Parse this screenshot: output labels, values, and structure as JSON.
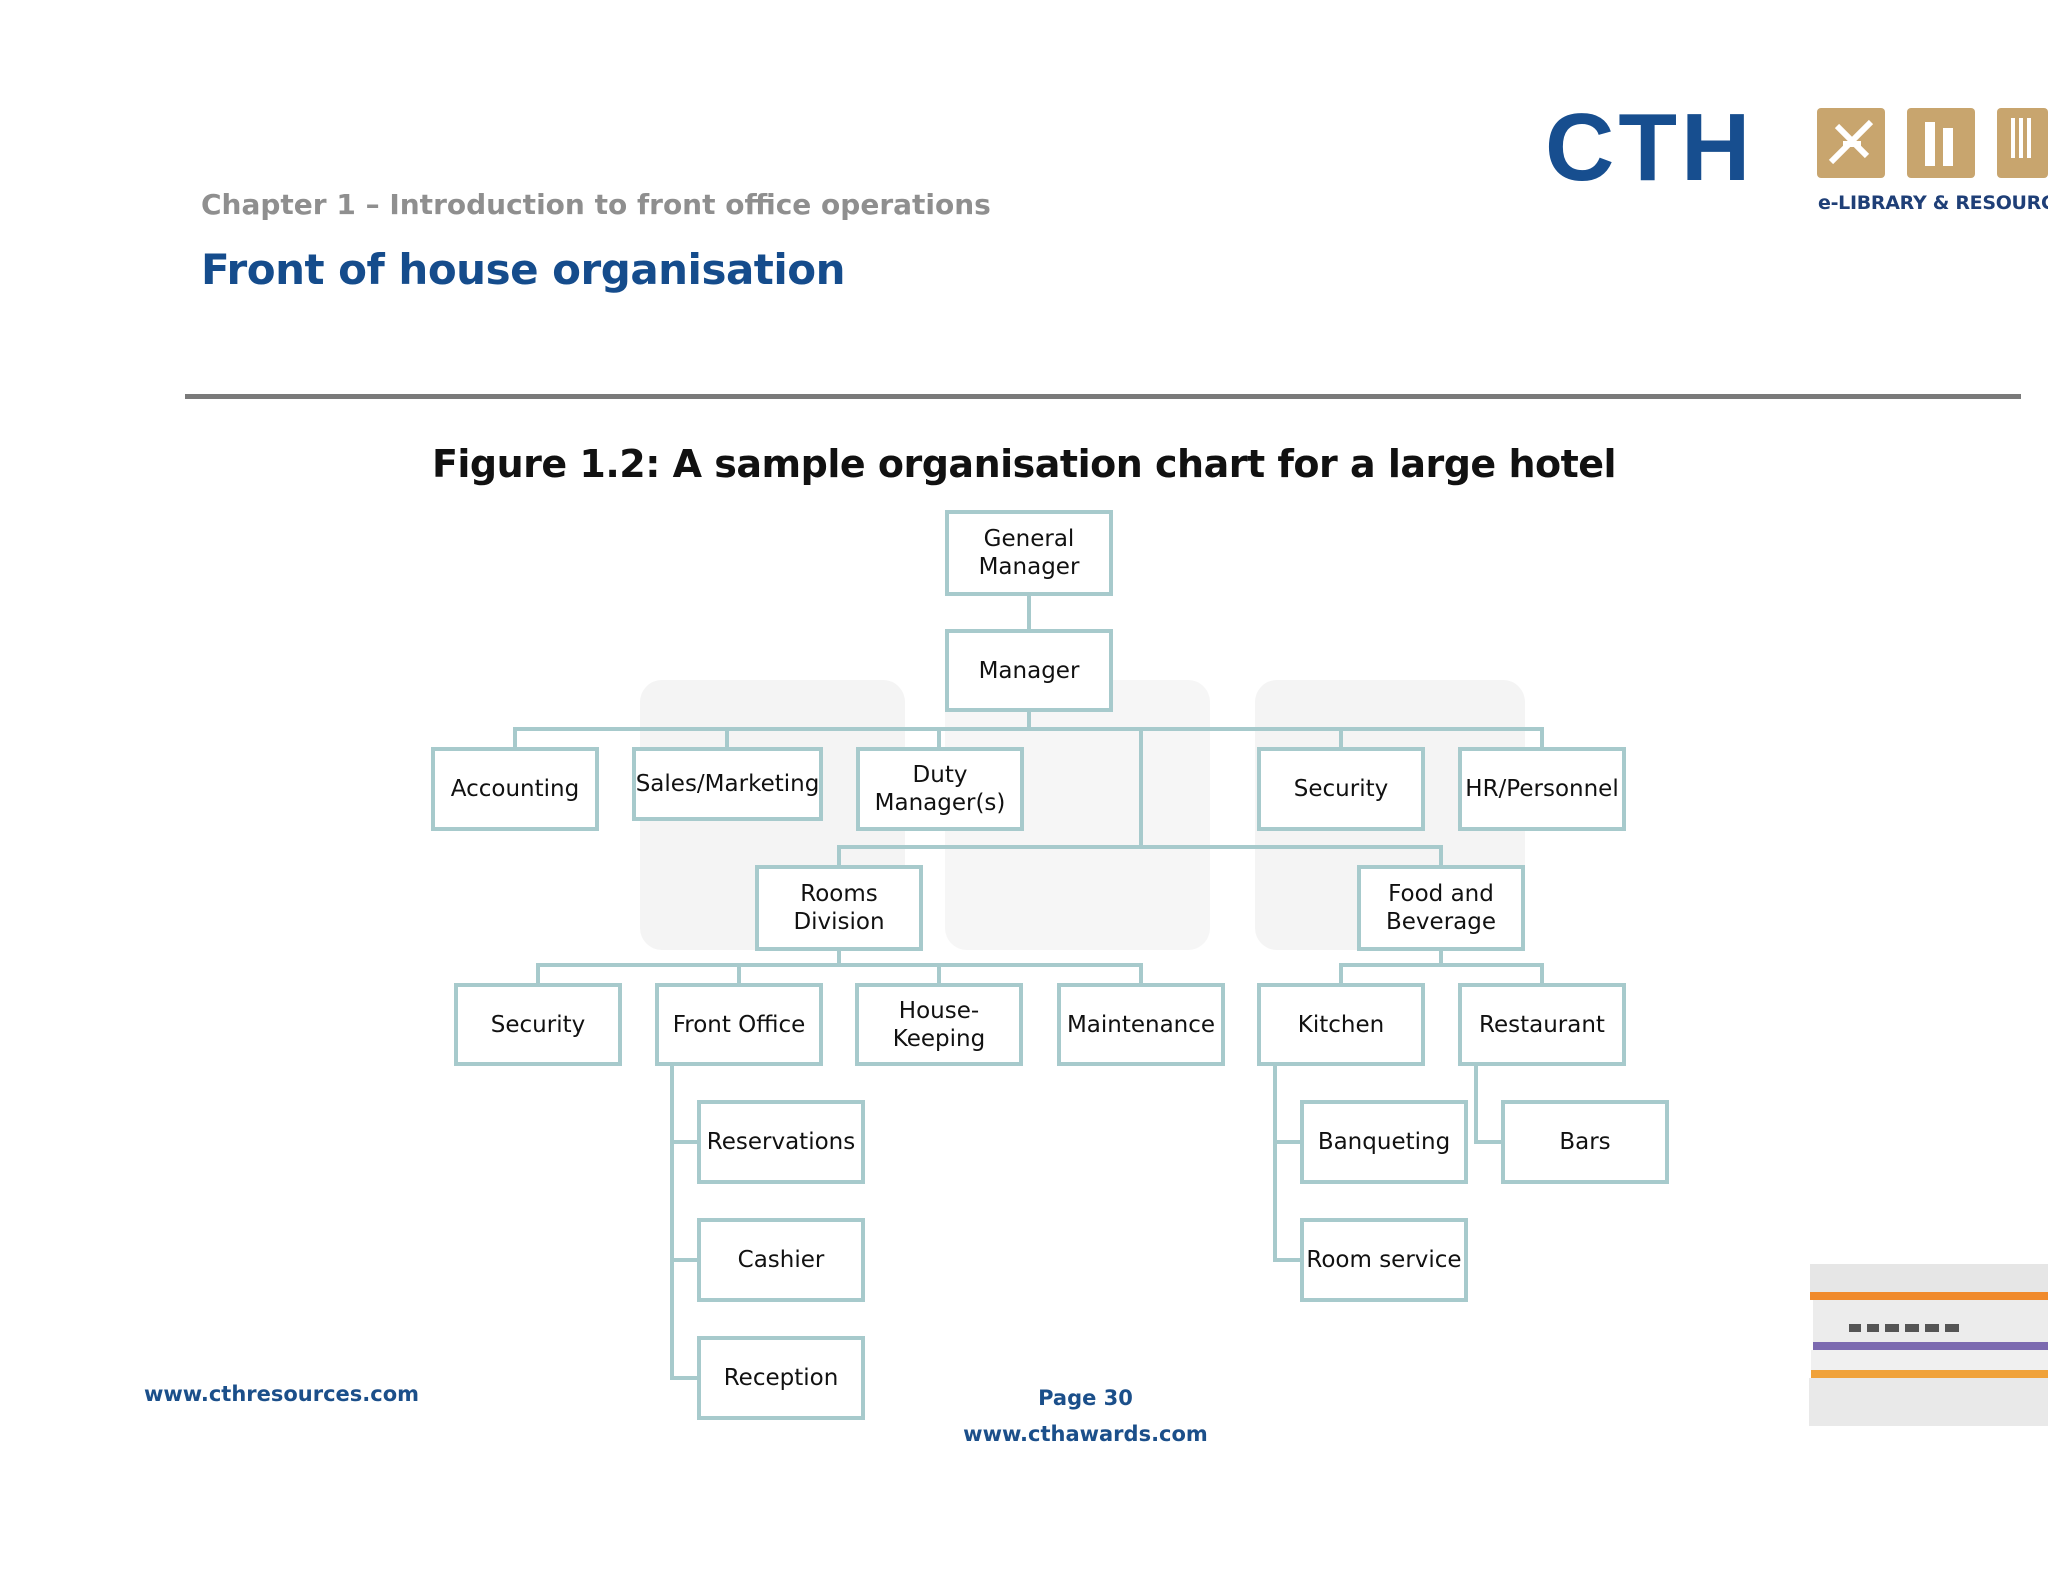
{
  "header": {
    "chapter": "Chapter 1 – Introduction to front office operations",
    "title": "Front of house organisation",
    "logo": {
      "text": "CTH",
      "tagline": "e-LIBRARY & RESOURCE"
    }
  },
  "figure": {
    "caption": "Figure 1.2: A sample organisation chart for a large hotel",
    "nodes": {
      "general_manager": "General\nManager",
      "manager": "Manager",
      "accounting": "Accounting",
      "sales_marketing": "Sales/Marketing",
      "duty_manager": "Duty\nManager(s)",
      "security_top": "Security",
      "hr_personnel": "HR/Personnel",
      "rooms_division": "Rooms\nDivision",
      "food_beverage": "Food and\nBeverage",
      "security_rooms": "Security",
      "front_office": "Front Office",
      "housekeeping": "House-\nKeeping",
      "maintenance": "Maintenance",
      "kitchen": "Kitchen",
      "restaurant": "Restaurant",
      "reservations": "Reservations",
      "cashier": "Cashier",
      "reception": "Reception",
      "banqueting": "Banqueting",
      "room_service": "Room service",
      "bars": "Bars"
    }
  },
  "footer": {
    "left_url": "www.cthresources.com",
    "page_label": "Page  30",
    "site_url": "www.cthawards.com"
  },
  "colors": {
    "title_blue": "#154c8c",
    "chapter_grey": "#8f8f8f",
    "box_border": "#a7cacc",
    "connector": "#a7cacc",
    "logo_blue": "#174e8f",
    "logo_gold": "#c8a56e"
  }
}
